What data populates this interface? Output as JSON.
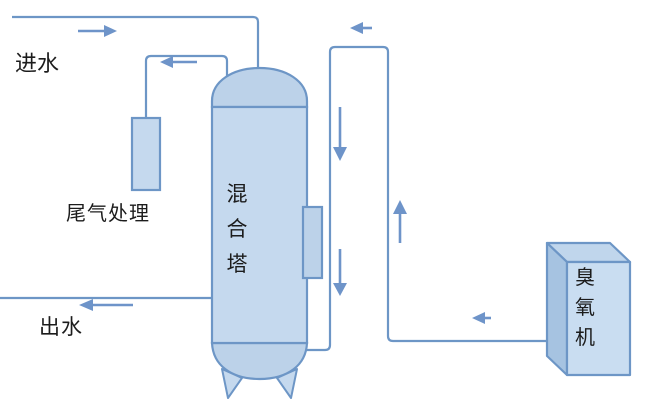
{
  "diagram": {
    "type": "process-flow-diagram",
    "labels": {
      "inlet": "进水",
      "tail_gas_treatment": "尾气处理",
      "mixing_tower": "混合塔",
      "outlet": "出水",
      "ozone_generator": "臭氧机"
    },
    "components": [
      {
        "name": "inlet-pipe",
        "description": "water inlet pipe entering top of mixing tower"
      },
      {
        "name": "tail-gas-pipe",
        "description": "pipe from tower dome to tail gas treatment vessel"
      },
      {
        "name": "tail-gas-vessel",
        "label": "尾气处理"
      },
      {
        "name": "mixing-tower",
        "label": "混合塔"
      },
      {
        "name": "tower-side-nozzle",
        "description": "nozzle on right side of tower"
      },
      {
        "name": "recycle-loop-pipe",
        "description": "ozone gas loop from ozone generator up and into tower bottom"
      },
      {
        "name": "outlet-pipe",
        "label": "出水"
      },
      {
        "name": "ozone-generator-box",
        "label": "臭氧机"
      }
    ],
    "flow_arrows": [
      {
        "name": "inlet-flow-arrow",
        "direction": "right"
      },
      {
        "name": "tail-gas-flow-arrow",
        "direction": "left"
      },
      {
        "name": "loop-top-flow-arrow",
        "direction": "left"
      },
      {
        "name": "loop-down-flow-arrow-upper",
        "direction": "down"
      },
      {
        "name": "loop-down-flow-arrow-lower",
        "direction": "down"
      },
      {
        "name": "riser-up-flow-arrow",
        "direction": "up"
      },
      {
        "name": "ozone-feed-flow-arrow",
        "direction": "left"
      },
      {
        "name": "outlet-flow-arrow",
        "direction": "left"
      }
    ],
    "colors": {
      "stroke": "#6d96c6",
      "arrow": "#6e94c9",
      "vessel_fill": "#c5d9ee",
      "dome_fill": "#bcd2e9",
      "cube_front": "#c9ddf1",
      "cube_side": "#a6c3e1",
      "cube_top": "#c0d6ec",
      "text": "#1c1c1c"
    }
  }
}
